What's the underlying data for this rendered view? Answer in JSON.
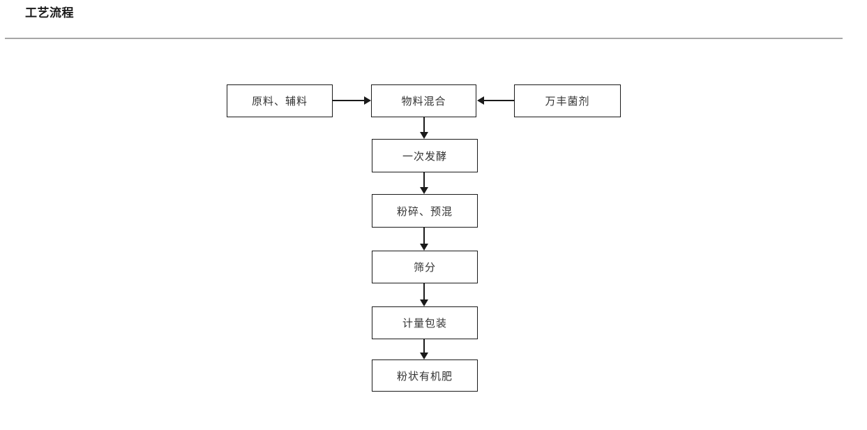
{
  "page": {
    "title": "工艺流程"
  },
  "flowchart": {
    "nodes": [
      {
        "id": "raw",
        "label": "原料、辅料"
      },
      {
        "id": "mix",
        "label": "物料混合"
      },
      {
        "id": "agent",
        "label": "万丰菌剂"
      },
      {
        "id": "ferment",
        "label": "一次发酵"
      },
      {
        "id": "crush",
        "label": "粉碎、预混"
      },
      {
        "id": "sieve",
        "label": "筛分"
      },
      {
        "id": "pack",
        "label": "计量包装"
      },
      {
        "id": "product",
        "label": "粉状有机肥"
      }
    ],
    "edges": [
      {
        "from": "原料、辅料",
        "to": "物料混合",
        "direction": "right"
      },
      {
        "from": "万丰菌剂",
        "to": "物料混合",
        "direction": "left"
      },
      {
        "from": "物料混合",
        "to": "一次发酵",
        "direction": "down"
      },
      {
        "from": "一次发酵",
        "to": "粉碎、预混",
        "direction": "down"
      },
      {
        "from": "粉碎、预混",
        "to": "筛分",
        "direction": "down"
      },
      {
        "from": "筛分",
        "to": "计量包装",
        "direction": "down"
      },
      {
        "from": "计量包装",
        "to": "粉状有机肥",
        "direction": "down"
      }
    ],
    "colors": {
      "box_border": "#1a1a1a",
      "box_text": "#333333",
      "arrow": "#1a1a1a",
      "divider": "#a6a6a6",
      "background": "#ffffff"
    }
  }
}
